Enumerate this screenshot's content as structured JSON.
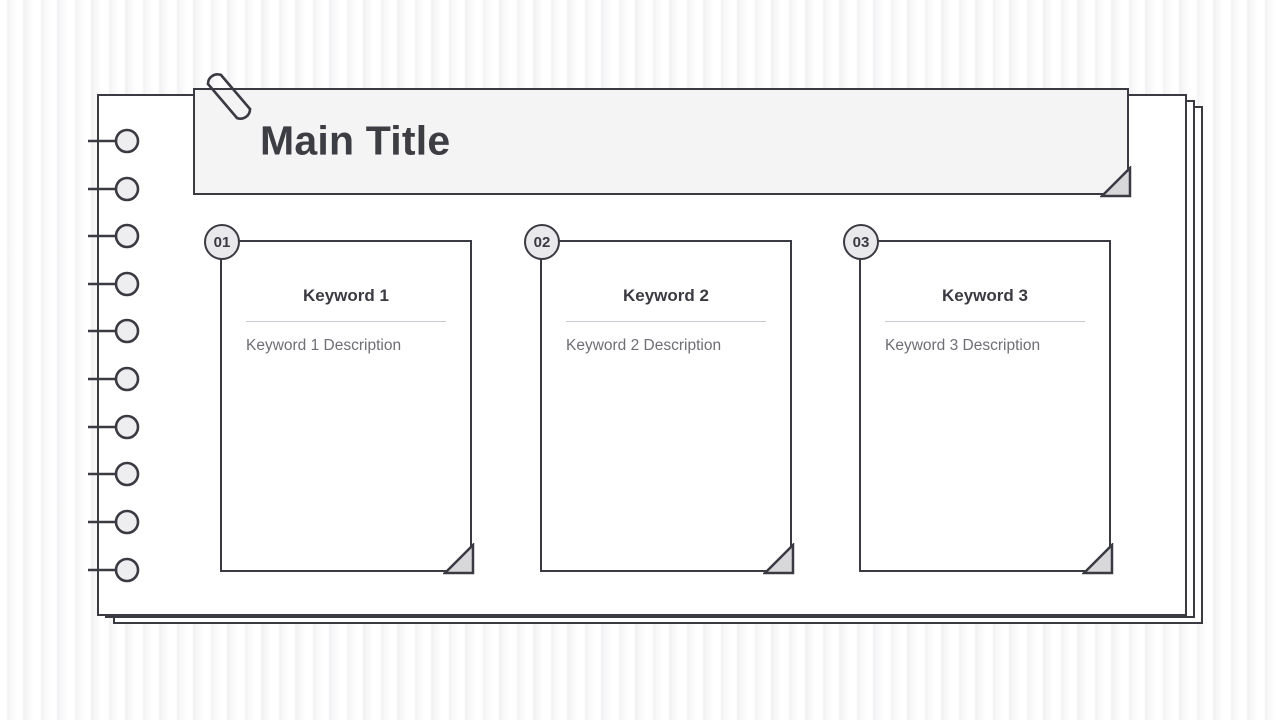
{
  "slide": {
    "title": "Main Title",
    "background_style": "vertical-stripe-texture",
    "paper_color": "#ffffff",
    "ink_color": "#3a3a42",
    "title_bar_fill": "#f4f4f5",
    "badge_fill": "#e9e9ec",
    "fold_fill": "#d8d8da",
    "muted_text_color": "#6e6e76"
  },
  "binding": {
    "ring_count": 10,
    "ring_fill": "#eeeef0"
  },
  "cards": [
    {
      "number": "01",
      "title": "Keyword 1",
      "description": "Keyword 1 Description"
    },
    {
      "number": "02",
      "title": "Keyword 2",
      "description": "Keyword 2 Description"
    },
    {
      "number": "03",
      "title": "Keyword 3",
      "description": "Keyword 3 Description"
    }
  ]
}
